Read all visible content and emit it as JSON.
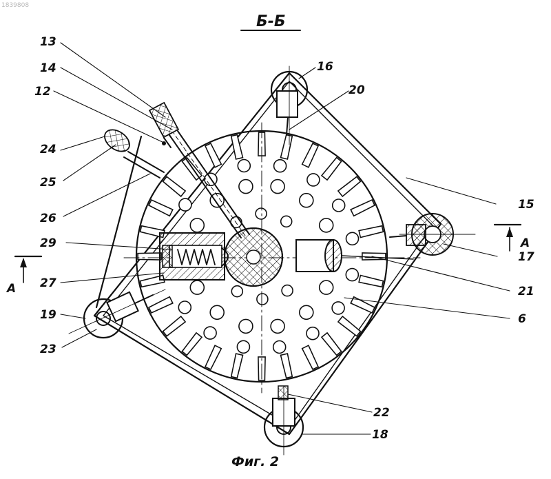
{
  "document_id": "1839808",
  "section_title": "Б-Б",
  "figure_caption": "Фиг. 2",
  "section_marks": {
    "left": "A",
    "right": "A"
  },
  "callouts": [
    {
      "id": "13",
      "text": "13"
    },
    {
      "id": "14",
      "text": "14"
    },
    {
      "id": "12",
      "text": "12"
    },
    {
      "id": "24",
      "text": "24"
    },
    {
      "id": "25",
      "text": "25"
    },
    {
      "id": "26",
      "text": "26"
    },
    {
      "id": "29",
      "text": "29"
    },
    {
      "id": "27",
      "text": "27"
    },
    {
      "id": "19",
      "text": "19"
    },
    {
      "id": "23",
      "text": "23"
    },
    {
      "id": "16",
      "text": "16"
    },
    {
      "id": "20",
      "text": "20"
    },
    {
      "id": "15",
      "text": "15"
    },
    {
      "id": "17",
      "text": "17"
    },
    {
      "id": "21",
      "text": "21"
    },
    {
      "id": "6",
      "text": "6"
    },
    {
      "id": "22",
      "text": "22"
    },
    {
      "id": "18",
      "text": "18"
    }
  ]
}
